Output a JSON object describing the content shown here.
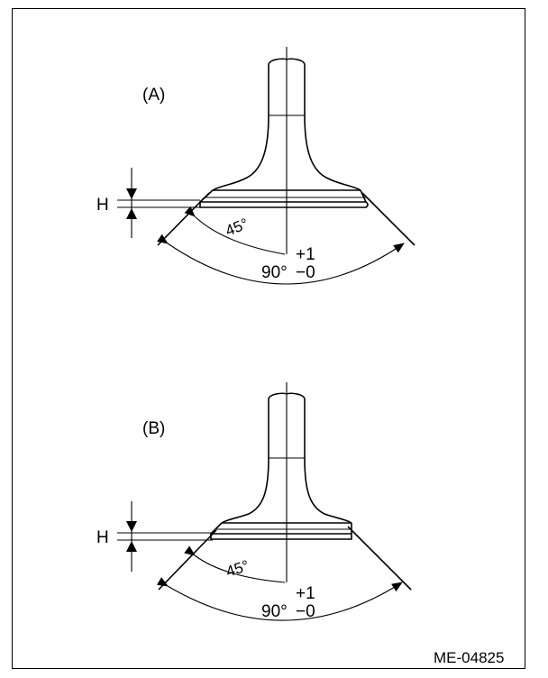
{
  "figure_id": "ME-04825",
  "diagrams": [
    {
      "label": "(A)",
      "height_label": "H",
      "half_angle": "45°",
      "full_angle": "90°",
      "tolerance_plus": "+1",
      "tolerance_minus": "−0"
    },
    {
      "label": "(B)",
      "height_label": "H",
      "half_angle": "45°",
      "full_angle": "90°",
      "tolerance_plus": "+1",
      "tolerance_minus": "−0"
    }
  ]
}
